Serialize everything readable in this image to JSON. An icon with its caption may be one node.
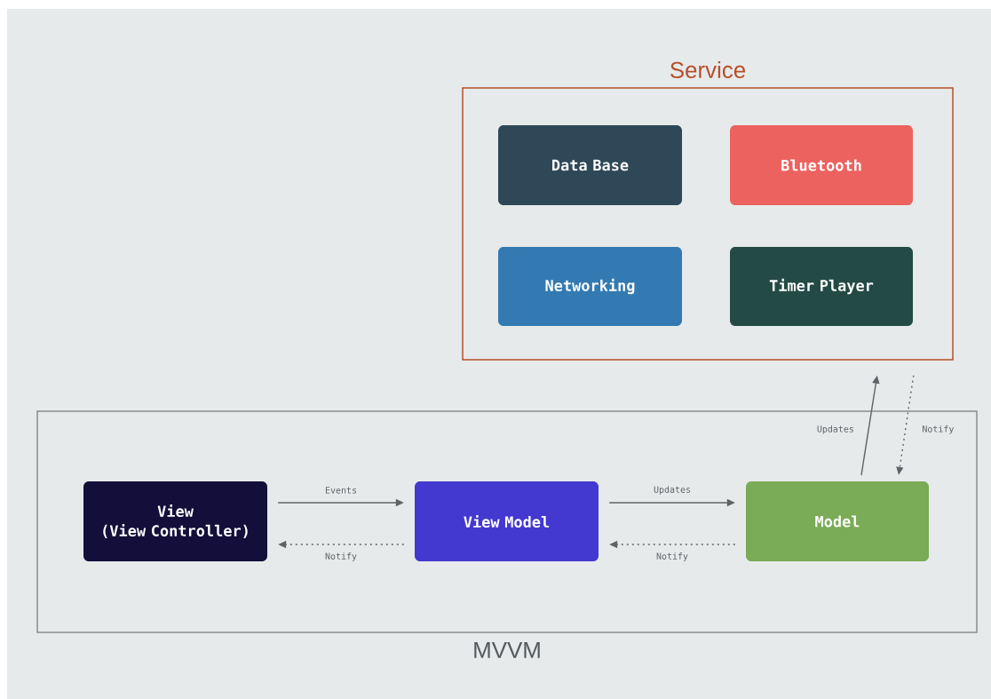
{
  "diagram": {
    "nodes": [
      {
        "text": [
          "Service"
        ]
      },
      {
        "text": [
          "Data Base"
        ],
        "in": 0
      },
      {
        "text": [
          "Bluetooth"
        ],
        "in": 0
      },
      {
        "text": [
          "Networking"
        ],
        "in": 0
      },
      {
        "text": [
          "Timer Player"
        ],
        "in": 0
      },
      {
        "text": [
          "MVVM"
        ]
      },
      {
        "text": [
          "View",
          "(View Controller)"
        ],
        "in": 5
      },
      {
        "text": [
          "View Model"
        ],
        "in": 5
      },
      {
        "text": [
          "Model"
        ],
        "in": 5
      }
    ],
    "edges": [
      {
        "from": 6,
        "to": 7,
        "arrow": "to",
        "label": "Events"
      },
      {
        "from": 7,
        "to": 6,
        "arrow": "to",
        "label": "Notify",
        "style": "dashed"
      },
      {
        "from": 7,
        "to": 8,
        "arrow": "to",
        "label": "Updates"
      },
      {
        "from": 8,
        "to": 7,
        "arrow": "to",
        "label": "Notify",
        "style": "dashed"
      },
      {
        "from": 8,
        "to": 0,
        "arrow": "to",
        "label": "Updates"
      },
      {
        "from": 0,
        "to": 8,
        "arrow": "to",
        "label": "Notify",
        "style": "dashed"
      }
    ]
  }
}
